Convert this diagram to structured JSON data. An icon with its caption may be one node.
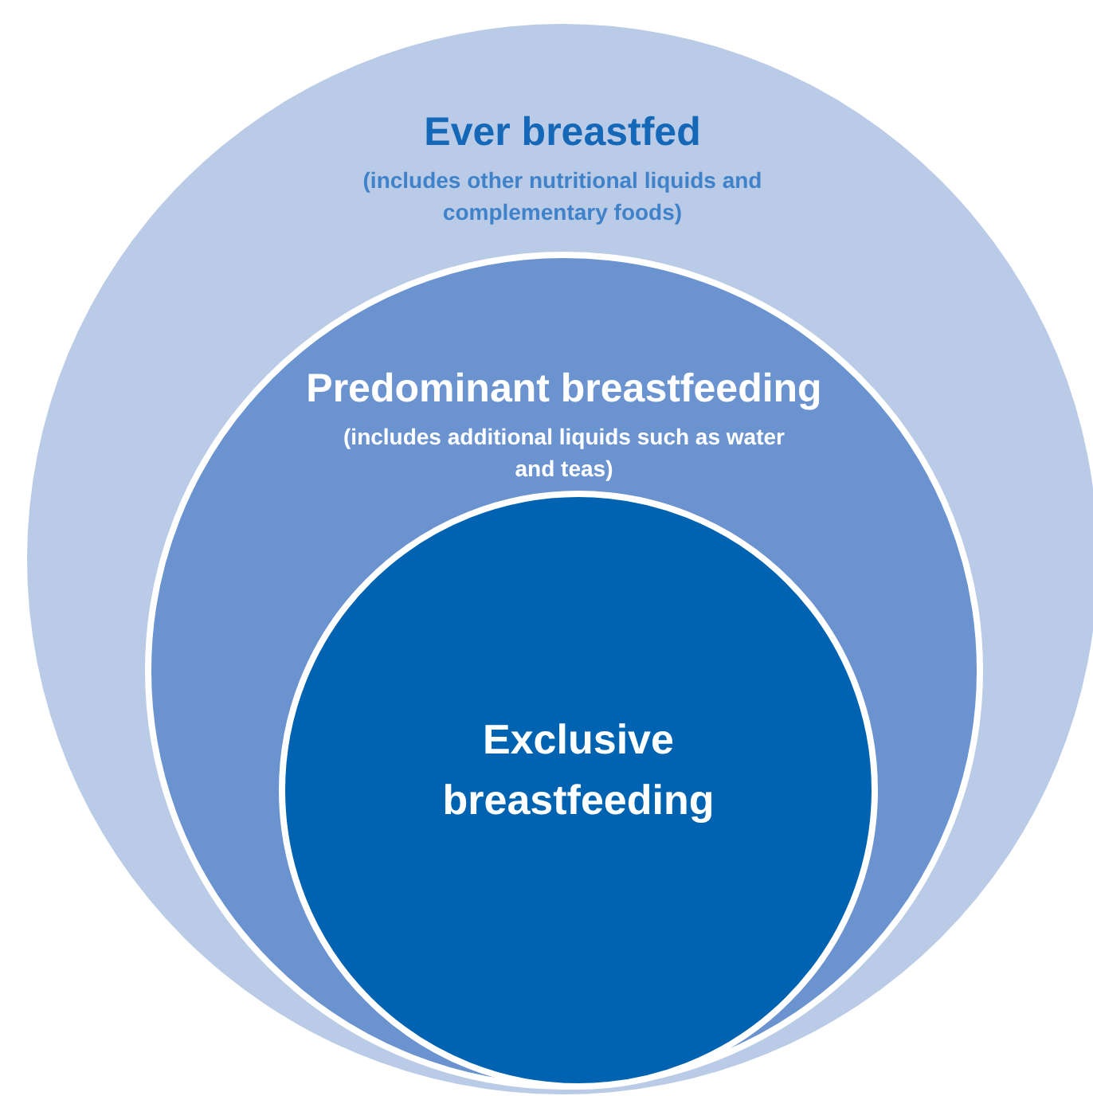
{
  "diagram": {
    "nodes": [
      {
        "text": [
          "Ever breastfed",
          "(includes other nutritional liquids and complementary foods)"
        ]
      },
      {
        "text": [
          "Predominant breastfeeding",
          "(includes additional liquids such as water and teas)"
        ],
        "in": 0
      },
      {
        "text": [
          "Exclusive breastfeeding"
        ],
        "in": 1
      }
    ]
  }
}
